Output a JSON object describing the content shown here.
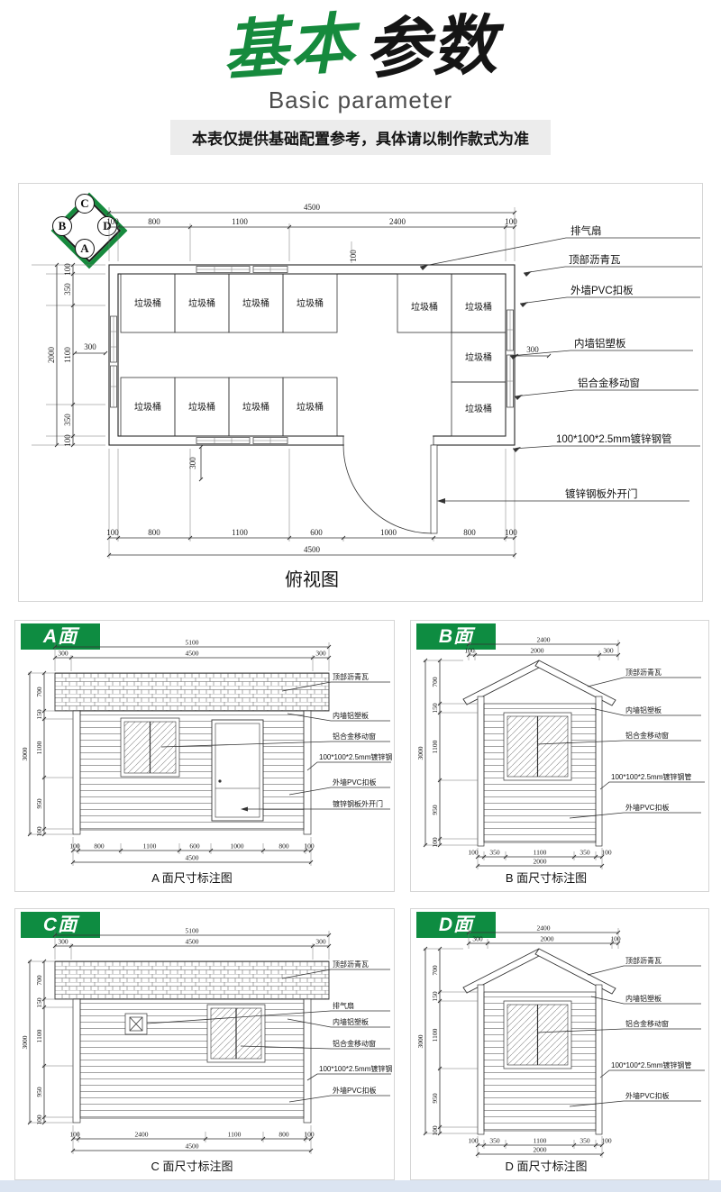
{
  "header": {
    "title_first": "基本",
    "title_second": "参数",
    "subtitle": "Basic parameter",
    "notice": "本表仅提供基础配置参考，具体请以制作款式为准"
  },
  "colors": {
    "brand_green": "#168a3d",
    "tab_green": "#0e8c41",
    "notice_bg": "#ececec",
    "footer_strip": "#dbe4f1"
  },
  "compass": {
    "top": "C",
    "left": "B",
    "right": "D",
    "bottom": "A"
  },
  "plan": {
    "caption": "俯视图",
    "bin": "垃圾桶",
    "dims": {
      "top_total": "4500",
      "top": [
        "100",
        "800",
        "1100",
        "2400",
        "100"
      ],
      "left_total": "2000",
      "left": [
        "100",
        "350",
        "1100",
        "350",
        "100"
      ],
      "bottom": [
        "100",
        "800",
        "1100",
        "600",
        "1000",
        "800",
        "100"
      ],
      "bottom_total": "4500",
      "wall_100": "100",
      "left_300": "300",
      "right_300": "300",
      "bottom_300": "300"
    },
    "callouts": [
      "排气扇",
      "顶部沥青瓦",
      "外墙PVC扣板",
      "内墙铝塑板",
      "铝合金移动窗",
      "100*100*2.5mm镀锌钢管",
      "镀锌钢板外开门"
    ]
  },
  "panels": [
    {
      "tab": "A面",
      "caption": "A 面尺寸标注图",
      "dims": {
        "top_total": "5100",
        "top": [
          "300",
          "4500",
          "300"
        ],
        "left_total": "3000",
        "left": [
          "700",
          "150",
          "1100",
          "950",
          "100"
        ],
        "bottom": [
          "100",
          "800",
          "1100",
          "600",
          "1000",
          "800",
          "100"
        ],
        "bottom_total": "4500"
      },
      "callouts": [
        "顶部沥青瓦",
        "内墙铝塑板",
        "铝合金移动窗",
        "100*100*2.5mm镀锌钢管",
        "外墙PVC扣板",
        "镀锌钢板外开门"
      ]
    },
    {
      "tab": "B面",
      "caption": "B 面尺寸标注图",
      "dims": {
        "top_total": "2400",
        "top": [
          "100",
          "2000",
          "300"
        ],
        "left_total": "3000",
        "left": [
          "700",
          "150",
          "1100",
          "950",
          "100"
        ],
        "bottom": [
          "100",
          "350",
          "1100",
          "350",
          "100"
        ],
        "bottom_total": "2000"
      },
      "callouts": [
        "顶部沥青瓦",
        "内墙铝塑板",
        "铝合金移动窗",
        "100*100*2.5mm镀锌钢管",
        "外墙PVC扣板"
      ]
    },
    {
      "tab": "C面",
      "caption": "C 面尺寸标注图",
      "dims": {
        "top_total": "5100",
        "top": [
          "300",
          "4500",
          "300"
        ],
        "left_total": "3000",
        "left": [
          "700",
          "150",
          "1100",
          "950",
          "100"
        ],
        "bottom": [
          "100",
          "2400",
          "1100",
          "800",
          "100"
        ],
        "bottom_total": "4500"
      },
      "callouts": [
        "顶部沥青瓦",
        "排气扇",
        "内墙铝塑板",
        "铝合金移动窗",
        "100*100*2.5mm镀锌钢管",
        "外墙PVC扣板"
      ]
    },
    {
      "tab": "D面",
      "caption": "D 面尺寸标注图",
      "dims": {
        "top_total": "2400",
        "top": [
          "300",
          "2000",
          "100"
        ],
        "left_total": "3000",
        "left": [
          "700",
          "150",
          "1100",
          "950",
          "100"
        ],
        "bottom": [
          "100",
          "350",
          "1100",
          "350",
          "100"
        ],
        "bottom_total": "2000"
      },
      "callouts": [
        "顶部沥青瓦",
        "内墙铝塑板",
        "铝合金移动窗",
        "100*100*2.5mm镀锌钢管",
        "外墙PVC扣板"
      ]
    }
  ]
}
